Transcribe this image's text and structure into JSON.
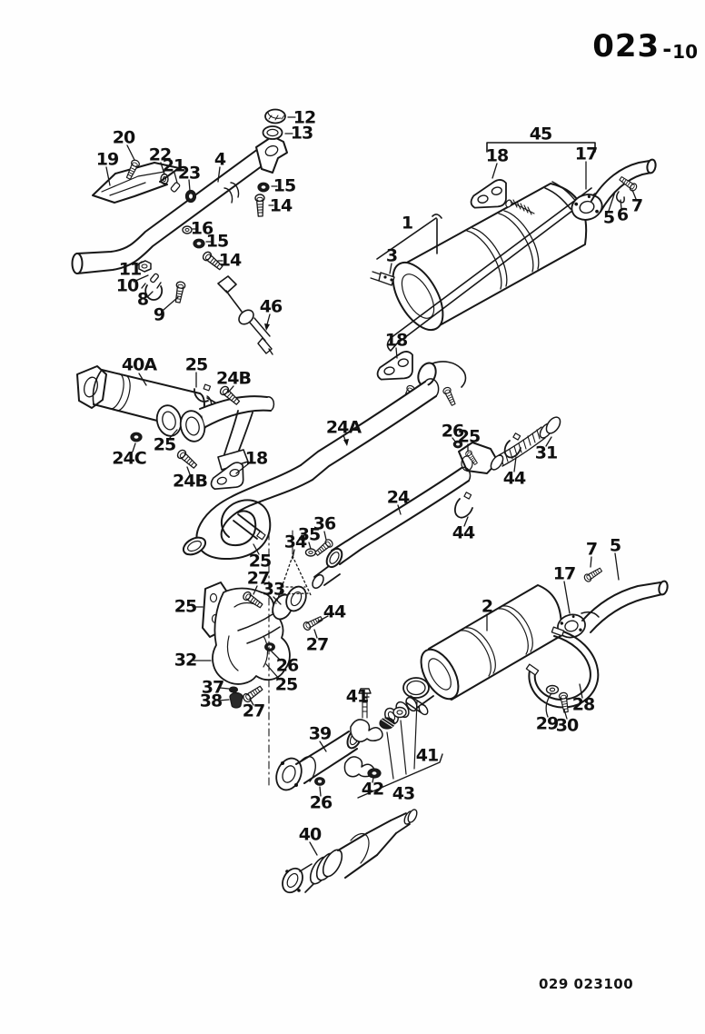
{
  "page": {
    "code_main": "023",
    "code_dash": "-",
    "code_sub": "10",
    "footer_ref": "029 023100"
  },
  "callouts": [
    {
      "text": "20"
    },
    {
      "text": "19"
    },
    {
      "text": "22"
    },
    {
      "text": "21"
    },
    {
      "text": "23"
    },
    {
      "text": "4"
    },
    {
      "text": "12"
    },
    {
      "text": "13"
    },
    {
      "text": "15"
    },
    {
      "text": "14"
    },
    {
      "text": "16"
    },
    {
      "text": "15"
    },
    {
      "text": "14"
    },
    {
      "text": "11"
    },
    {
      "text": "10"
    },
    {
      "text": "8"
    },
    {
      "text": "9"
    },
    {
      "text": "46"
    },
    {
      "text": "45"
    },
    {
      "text": "18"
    },
    {
      "text": "17"
    },
    {
      "text": "1"
    },
    {
      "text": "3"
    },
    {
      "text": "5"
    },
    {
      "text": "6"
    },
    {
      "text": "7"
    },
    {
      "text": "18"
    },
    {
      "text": "40A"
    },
    {
      "text": "25"
    },
    {
      "text": "24B"
    },
    {
      "text": "25"
    },
    {
      "text": "24C"
    },
    {
      "text": "24B"
    },
    {
      "text": "18"
    },
    {
      "text": "24A"
    },
    {
      "text": "26"
    },
    {
      "text": "25"
    },
    {
      "text": "31"
    },
    {
      "text": "44"
    },
    {
      "text": "24"
    },
    {
      "text": "44"
    },
    {
      "text": "36"
    },
    {
      "text": "35"
    },
    {
      "text": "34"
    },
    {
      "text": "25"
    },
    {
      "text": "27"
    },
    {
      "text": "33"
    },
    {
      "text": "25"
    },
    {
      "text": "44"
    },
    {
      "text": "27"
    },
    {
      "text": "32"
    },
    {
      "text": "26"
    },
    {
      "text": "25"
    },
    {
      "text": "37"
    },
    {
      "text": "38"
    },
    {
      "text": "27"
    },
    {
      "text": "17"
    },
    {
      "text": "7"
    },
    {
      "text": "5"
    },
    {
      "text": "2"
    },
    {
      "text": "28"
    },
    {
      "text": "29"
    },
    {
      "text": "30"
    },
    {
      "text": "41"
    },
    {
      "text": "39"
    },
    {
      "text": "41"
    },
    {
      "text": "42"
    },
    {
      "text": "43"
    },
    {
      "text": "26"
    },
    {
      "text": "40"
    }
  ]
}
